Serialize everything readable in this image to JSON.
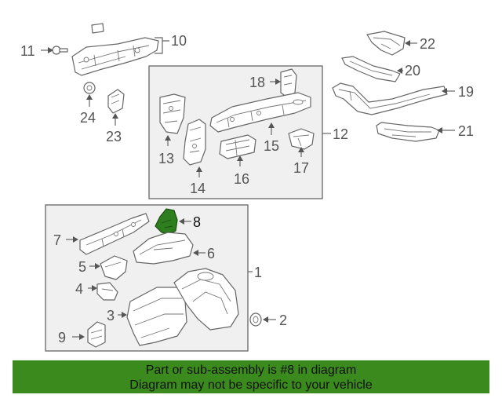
{
  "callouts": {
    "c1": "1",
    "c2": "2",
    "c3": "3",
    "c4": "4",
    "c5": "5",
    "c6": "6",
    "c7": "7",
    "c8": "8",
    "c9": "9",
    "c10": "10",
    "c11": "11",
    "c12": "12",
    "c13": "13",
    "c14": "14",
    "c15": "15",
    "c16": "16",
    "c17": "17",
    "c18": "18",
    "c19": "19",
    "c20": "20",
    "c21": "21",
    "c22": "22",
    "c23": "23",
    "c24": "24"
  },
  "banner": {
    "line1": "Part or sub-assembly is #8 in diagram",
    "line2": "Diagram may not be specific to your vehicle"
  },
  "colors": {
    "highlight": "#2e7d1e",
    "banner_bg": "#3a8a1e"
  }
}
